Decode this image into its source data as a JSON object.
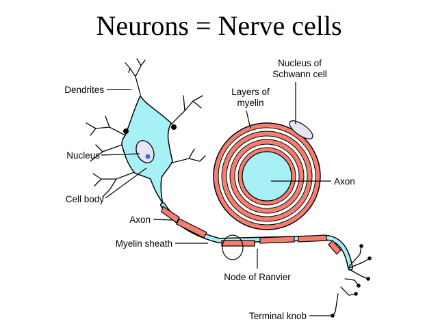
{
  "title": "Neurons = Nerve cells",
  "labels": {
    "dendrites": "Dendrites",
    "nucleus": "Nucleus",
    "cell_body": "Cell body",
    "axon_left": "Axon",
    "myelin_sheath": "Myelin sheath",
    "node_of_ranvier": "Node of Ranvier",
    "terminal_knob": "Terminal knob",
    "layers_of_myelin": [
      "Layers of",
      "myelin"
    ],
    "nucleus_of_schwann_cell": [
      "Nucleus of",
      "Schwann cell"
    ],
    "axon_right": "Axon"
  },
  "colors": {
    "cytoplasm": "#a6f0f6",
    "myelin": "#f47f70",
    "nucleus": "#e8e6f4",
    "nucleolus": "#3a6fd8",
    "outline": "#000000"
  }
}
